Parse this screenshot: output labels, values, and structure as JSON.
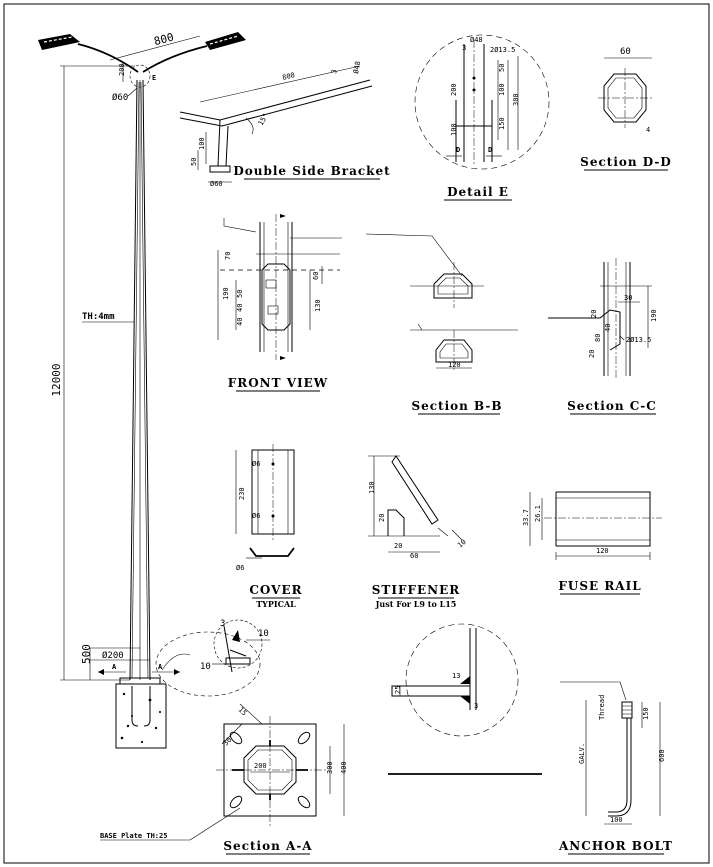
{
  "titles": {
    "double_bracket": "Double Side Bracket",
    "detail_e": "Detail E",
    "section_dd": "Section D-D",
    "front_view": "FRONT VIEW",
    "section_bb": "Section B-B",
    "section_cc": "Section C-C",
    "cover": "COVER",
    "cover_sub": "TYPICAL",
    "stiffener": "STIFFENER",
    "stiffener_sub": "Just For L9 to L15",
    "fuse_rail": "FUSE RAIL",
    "section_aa": "Section A-A",
    "anchor_bolt": "ANCHOR BOLT"
  },
  "pole": {
    "arm_span": "800",
    "bracket_rise": "200",
    "top_dia": "Ø60",
    "detail_mark": "E",
    "height": "12000",
    "thickness": "TH:4mm",
    "base_dia": "Ø200",
    "base_height": "500",
    "section_mark": "A",
    "base_plate": "BASE Plate TH:25",
    "weld_a": "3",
    "weld_b": "10",
    "weld_c": "10"
  },
  "bracket": {
    "arm_length": "800",
    "thick": "3",
    "dia": "Ø48",
    "angle": "15°",
    "d1": "100",
    "d2": "50",
    "stub": "Ø60"
  },
  "detail_e": {
    "dia": "Ø48",
    "hole": "2Ø13.5",
    "t": "3",
    "d200": "200",
    "d100": "100",
    "d50": "50",
    "d100b": "100",
    "d150": "150",
    "d300": "300",
    "cut": "D"
  },
  "section_dd": {
    "w": "60",
    "t": "4"
  },
  "front_view": {
    "d70": "70",
    "d190": "190",
    "d60": "60",
    "d50": "50",
    "d40": "40",
    "d40b": "40",
    "d130": "130"
  },
  "section_bb": {
    "w": "120"
  },
  "section_cc": {
    "d20": "20",
    "d30": "30",
    "d80": "80",
    "d40": "40",
    "d20b": "20",
    "d190": "190",
    "hole": "2Ø13.5"
  },
  "cover": {
    "h": "230",
    "hole1": "Ø6",
    "hole2": "Ø6",
    "hole3": "Ø6"
  },
  "stiffener": {
    "h": "130",
    "d20": "20",
    "d20b": "20",
    "w": "60",
    "t": "10"
  },
  "fuse_rail": {
    "h": "33.7",
    "h2": "26.1",
    "w": "120"
  },
  "weld_detail": {
    "a": "13",
    "b": "3",
    "c": "25"
  },
  "section_aa": {
    "d30": "30",
    "d15": "15",
    "inner": "200",
    "d300": "300",
    "d400": "400"
  },
  "anchor": {
    "thread": "Thread",
    "galv": "GALV.",
    "d150": "150",
    "d600": "600",
    "d100": "100"
  }
}
